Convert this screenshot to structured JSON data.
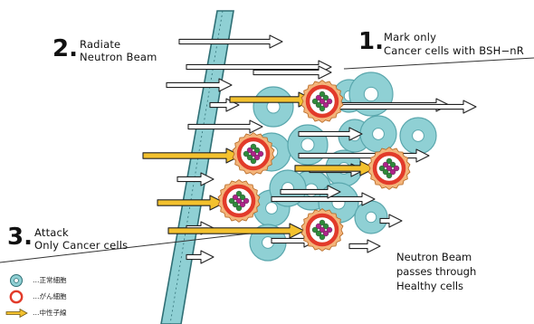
{
  "step2": {
    "number": "2.",
    "line1": "Radiate",
    "line2": "Neutron Beam"
  },
  "step1": {
    "number": "1.",
    "line1": "Mark only",
    "line2": "Cancer cells with BSH−nR"
  },
  "step3": {
    "number": "3.",
    "line1": "Attack",
    "line2": "Only Cancer cells"
  },
  "caption": {
    "line1": "Neutron Beam",
    "line2": "passes through",
    "line3": "Healthy cells"
  },
  "legend": {
    "items": [
      {
        "label": "…正常細胞",
        "icon": "healthy-cell-icon"
      },
      {
        "label": "…がん細胞",
        "icon": "cancer-cell-icon"
      },
      {
        "label": "…中性子線",
        "icon": "neutron-beam-icon"
      }
    ]
  },
  "colors": {
    "healthy_cell": "#8fd0d4",
    "healthy_cell_stroke": "#5aa7ad",
    "cancer_ring": "#e23b2a",
    "cancer_body": "#f3b47a",
    "boron_green": "#2e8b3a",
    "boron_magenta": "#b0228a",
    "beam_yellow": "#f3c12e",
    "skin": "#8fd0d4"
  }
}
